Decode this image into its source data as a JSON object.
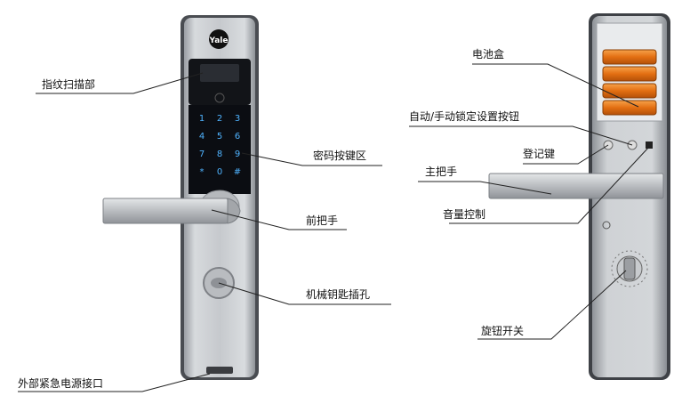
{
  "logo_text": "Yale",
  "keypad_keys": [
    "1",
    "2",
    "3",
    "4",
    "5",
    "6",
    "7",
    "8",
    "9",
    "*",
    "0",
    "#"
  ],
  "labels": {
    "fingerprint_scanner": "指纹扫描部",
    "keypad_area": "密码按键区",
    "front_handle": "前把手",
    "mechanical_keyhole": "机械钥匙插孔",
    "external_power_port": "外部紧急电源接口",
    "battery_box": "电池盒",
    "auto_manual_lock_button": "自动/手动锁定设置按钮",
    "register_key": "登记键",
    "main_handle": "主把手",
    "volume_control": "音量控制",
    "knob_switch": "旋钮开关"
  },
  "colors": {
    "panel_silver": "#c9ccd0",
    "keypad_black": "#0b0d12",
    "key_blue": "#4fb3ff",
    "battery_orange": "#e87a1a",
    "leader_line": "#222222"
  }
}
